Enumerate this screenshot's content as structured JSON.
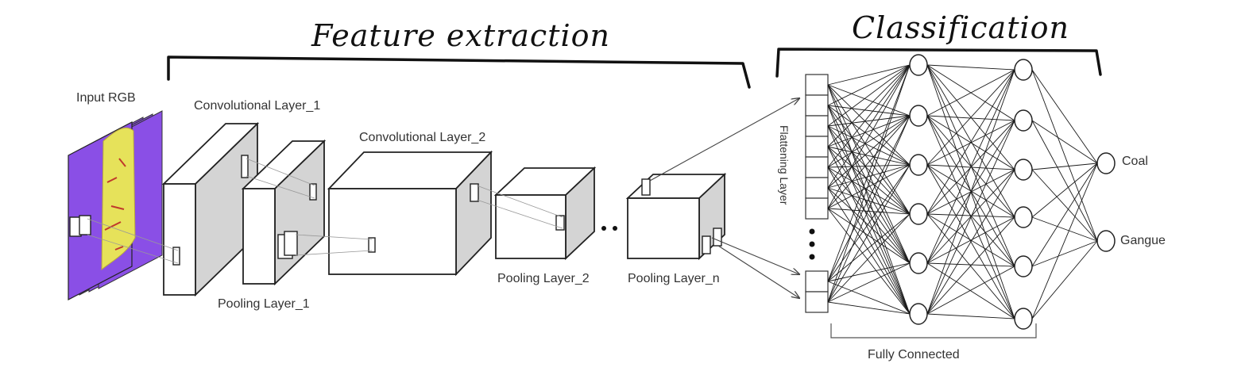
{
  "headings": {
    "feature_extraction": "Feature extraction",
    "classification": "Classification"
  },
  "labels": {
    "input": "Input RGB",
    "conv1": "Convolutional Layer_1",
    "pool1": "Pooling Layer_1",
    "conv2": "Convolutional Layer_2",
    "pool2": "Pooling Layer_2",
    "pooln": "Pooling Layer_n",
    "flatten": "Flattening Layer",
    "fully_connected": "Fully Connected"
  },
  "outputs": [
    "Coal",
    "Gangue"
  ],
  "network": {
    "layer_sizes": [
      6,
      6,
      6,
      2
    ]
  },
  "colors": {
    "input_background": "#8a4fe6",
    "input_image": "#e6e25a",
    "input_features": "#c0392b",
    "layer_side": "#d4d4d4"
  }
}
